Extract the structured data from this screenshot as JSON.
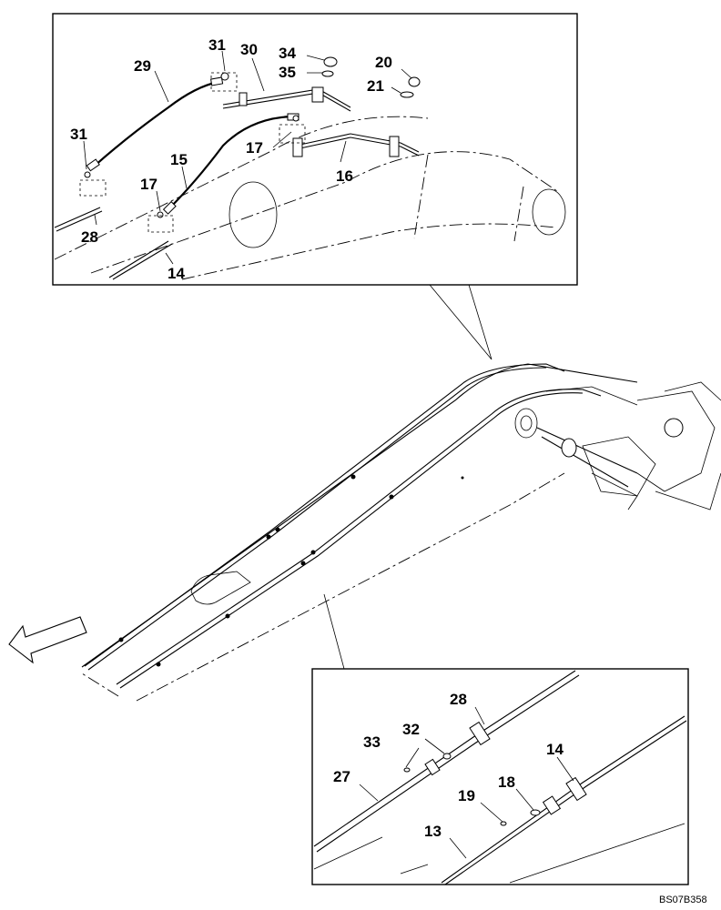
{
  "document_code": "BS07B358",
  "top_callouts": [
    {
      "id": "t29",
      "label": "29"
    },
    {
      "id": "t31a",
      "label": "31"
    },
    {
      "id": "t30",
      "label": "30"
    },
    {
      "id": "t34",
      "label": "34"
    },
    {
      "id": "t35",
      "label": "35"
    },
    {
      "id": "t20",
      "label": "20"
    },
    {
      "id": "t21",
      "label": "21"
    },
    {
      "id": "t31b",
      "label": "31"
    },
    {
      "id": "t15",
      "label": "15"
    },
    {
      "id": "t17a",
      "label": "17"
    },
    {
      "id": "t17b",
      "label": "17"
    },
    {
      "id": "t16",
      "label": "16"
    },
    {
      "id": "t28",
      "label": "28"
    },
    {
      "id": "t14",
      "label": "14"
    }
  ],
  "bottom_callouts": [
    {
      "id": "b28",
      "label": "28"
    },
    {
      "id": "b33",
      "label": "33"
    },
    {
      "id": "b32",
      "label": "32"
    },
    {
      "id": "b27",
      "label": "27"
    },
    {
      "id": "b14",
      "label": "14"
    },
    {
      "id": "b18",
      "label": "18"
    },
    {
      "id": "b19",
      "label": "19"
    },
    {
      "id": "b13",
      "label": "13"
    }
  ]
}
